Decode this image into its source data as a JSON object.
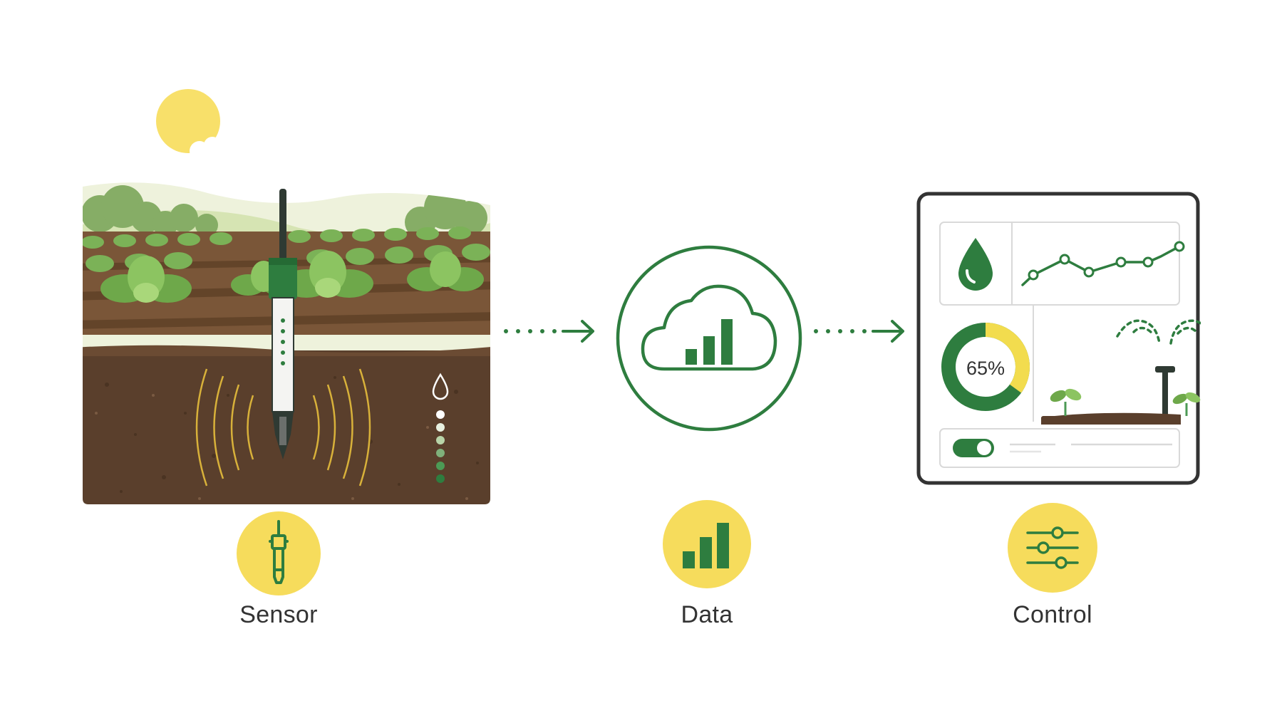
{
  "steps": [
    {
      "label": "Sensor",
      "icon": "sensor-probe-icon"
    },
    {
      "label": "Data",
      "icon": "bar-chart-icon"
    },
    {
      "label": "Control",
      "icon": "sliders-icon"
    }
  ],
  "dashboard": {
    "moisture_gauge": {
      "value_text": "65%",
      "fraction": 0.65
    },
    "trend_icon": "line-chart-icon",
    "drop_icon": "water-drop-icon",
    "toggle_state": "on"
  },
  "colors": {
    "primary_green": "#2e7d3f",
    "accent_yellow": "#f6dc5c",
    "soil_brown": "#5a3f2c",
    "text_dark": "#333333"
  }
}
